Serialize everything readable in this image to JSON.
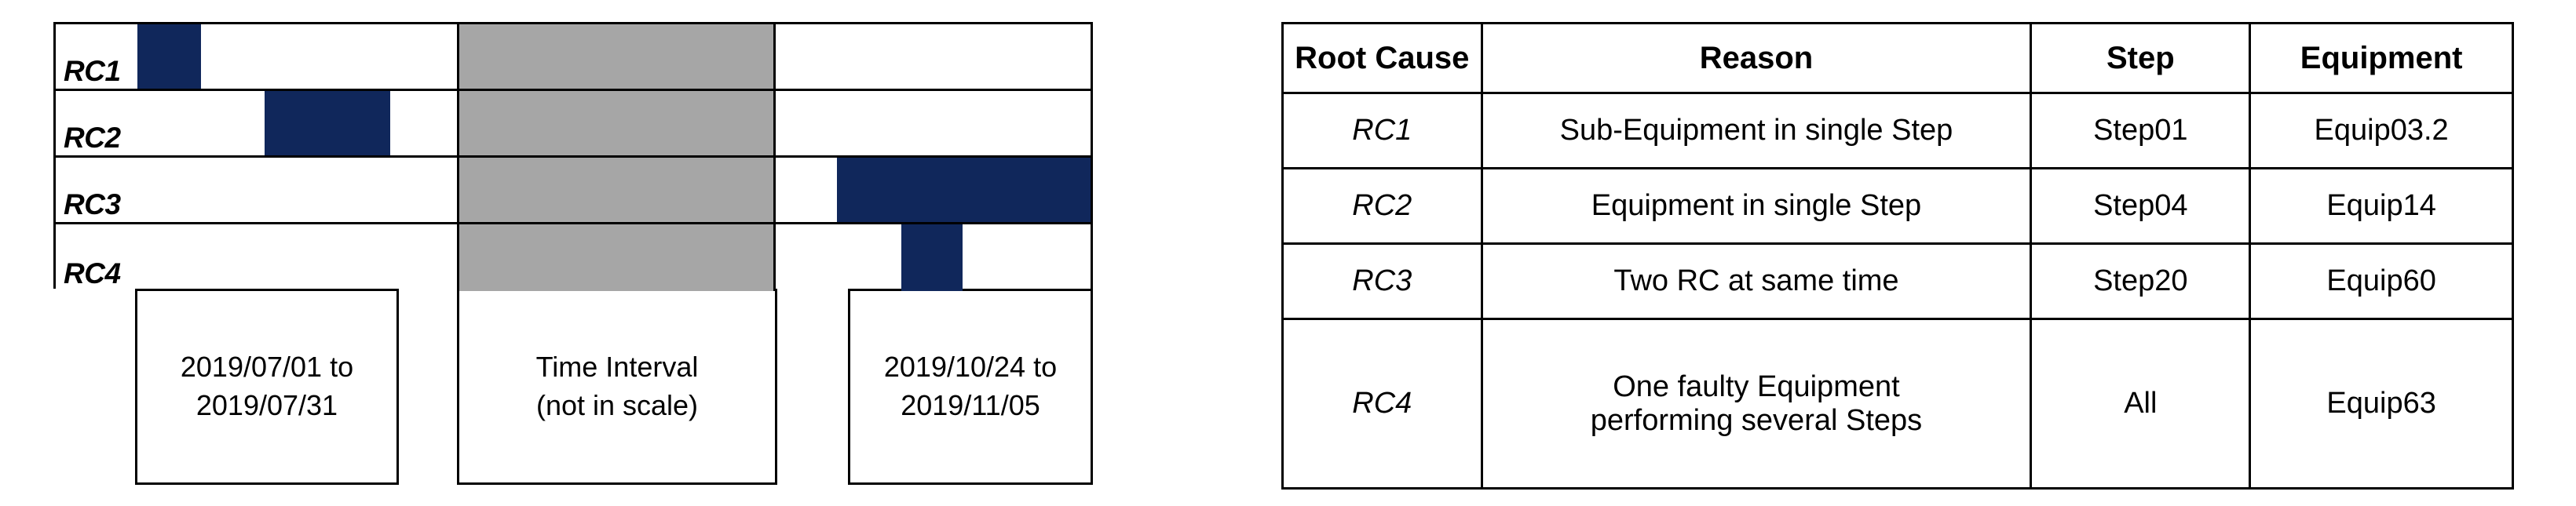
{
  "chart_data": {
    "type": "bar",
    "subtype": "gantt-timeline",
    "title": "",
    "xlabel": "",
    "ylabel": "",
    "categories": [
      "RC1",
      "RC2",
      "RC3",
      "RC4"
    ],
    "grid": true,
    "legend": false,
    "axis_note": "Time Interval (not in scale)",
    "segments": [
      {
        "label": "2019/07/01 to 2019/07/31",
        "kind": "period",
        "left_pct": 7.9,
        "width_pct": 25.4
      },
      {
        "label": "Time Interval (not in scale)",
        "kind": "gap",
        "left_pct": 38.8,
        "width_pct": 30.8
      },
      {
        "label": "2019/10/24 to 2019/11/05",
        "kind": "period",
        "left_pct": 76.6,
        "width_pct": 23.4
      }
    ],
    "bars": [
      {
        "category": "RC1",
        "start_pct": 7.9,
        "end_pct": 14.0,
        "color": "#10275b"
      },
      {
        "category": "RC2",
        "start_pct": 20.2,
        "end_pct": 32.3,
        "color": "#10275b"
      },
      {
        "category": "RC3",
        "start_pct": 75.5,
        "end_pct": 100.0,
        "color": "#10275b"
      },
      {
        "category": "RC4",
        "start_pct": 81.7,
        "end_pct": 87.6,
        "color": "#10275b"
      }
    ],
    "colors": {
      "bar": "#10275b",
      "gap_band": "#a6a6a6",
      "border": "#000000",
      "background": "#ffffff"
    }
  },
  "gantt": {
    "rows": [
      {
        "label": "RC1"
      },
      {
        "label": "RC2"
      },
      {
        "label": "RC3"
      },
      {
        "label": "RC4"
      }
    ],
    "periods": [
      {
        "line1": "2019/07/01 to",
        "line2": "2019/07/31"
      },
      {
        "line1": "Time Interval",
        "line2": "(not in scale)"
      },
      {
        "line1": "2019/10/24 to",
        "line2": "2019/11/05"
      }
    ]
  },
  "rc_table": {
    "headers": [
      "Root Cause",
      "Reason",
      "Step",
      "Equipment"
    ],
    "rows": [
      {
        "root_cause": "RC1",
        "reason_line1": "Sub-Equipment in single Step",
        "reason_line2": "",
        "step": "Step01",
        "equipment": "Equip03.2"
      },
      {
        "root_cause": "RC2",
        "reason_line1": "Equipment in single Step",
        "reason_line2": "",
        "step": "Step04",
        "equipment": "Equip14"
      },
      {
        "root_cause": "RC3",
        "reason_line1": "Two RC at same time",
        "reason_line2": "",
        "step": "Step20",
        "equipment": "Equip60"
      },
      {
        "root_cause": "RC4",
        "reason_line1": "One faulty Equipment",
        "reason_line2": "performing several Steps",
        "step": "All",
        "equipment": "Equip63"
      }
    ]
  }
}
